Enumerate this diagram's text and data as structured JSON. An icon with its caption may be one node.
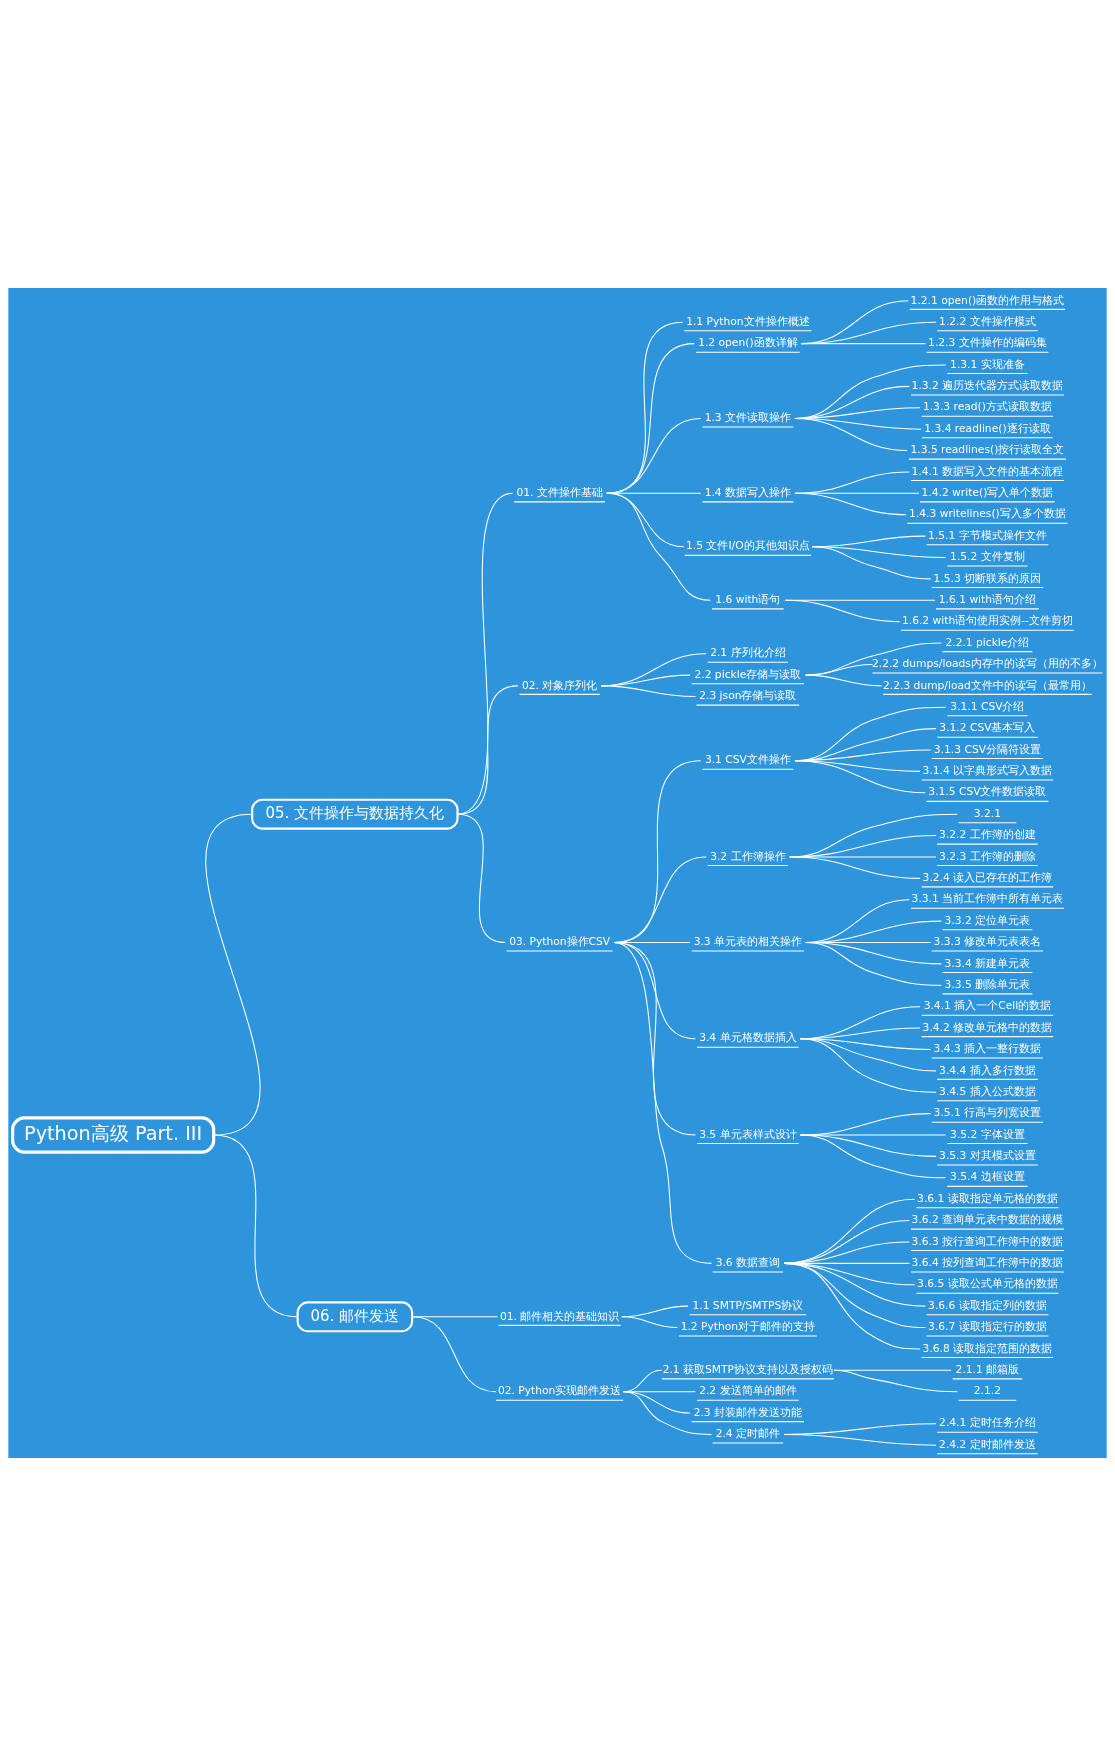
{
  "diagram": {
    "nodes": [
      {
        "text": [
          "Python高级 Part. III"
        ]
      },
      {
        "text": [
          "05. 文件操作与数据持久化"
        ]
      },
      {
        "text": [
          "01. 文件操作基础"
        ]
      },
      {
        "text": [
          "1.1 Python文件操作概述"
        ]
      },
      {
        "text": [
          "1.2 open()函数详解"
        ]
      },
      {
        "text": [
          "1.2.1 open()函数的作用与格式"
        ]
      },
      {
        "text": [
          "1.2.2 文件操作模式"
        ]
      },
      {
        "text": [
          "1.2.3 文件操作的编码集"
        ]
      },
      {
        "text": [
          "1.3 文件读取操作"
        ]
      },
      {
        "text": [
          "1.3.1 实现准备"
        ]
      },
      {
        "text": [
          "1.3.2 遍历迭代器方式读取数据"
        ]
      },
      {
        "text": [
          "1.3.3 read()方式读取数据"
        ]
      },
      {
        "text": [
          "1.3.4 readline()逐行读取"
        ]
      },
      {
        "text": [
          "1.3.5 readlines()按行读取全文"
        ]
      },
      {
        "text": [
          "1.4 数据写入操作"
        ]
      },
      {
        "text": [
          "1.4.1 数据写入文件的基本流程"
        ]
      },
      {
        "text": [
          "1.4.2 write()写入单个数据"
        ]
      },
      {
        "text": [
          "1.4.3 writelines()写入多个数据"
        ]
      },
      {
        "text": [
          "1.5 文件I/O的其他知识点"
        ]
      },
      {
        "text": [
          "1.5.1 字节模式操作文件"
        ]
      },
      {
        "text": [
          "1.5.2 文件复制"
        ]
      },
      {
        "text": [
          "1.5.3 切断联系的原因"
        ]
      },
      {
        "text": [
          "1.6 with语句"
        ]
      },
      {
        "text": [
          "1.6.1 with语句介绍"
        ]
      },
      {
        "text": [
          "1.6.2 with语句使用实例--文件剪切"
        ]
      },
      {
        "text": [
          "02. 对象序列化"
        ]
      },
      {
        "text": [
          "2.1 序列化介绍"
        ]
      },
      {
        "text": [
          "2.2 pickle存储与读取"
        ]
      },
      {
        "text": [
          "2.2.1 pickle介绍"
        ]
      },
      {
        "text": [
          "2.2.2 dumps/loads内存中的读写（用的不多）"
        ]
      },
      {
        "text": [
          "2.2.3 dump/load文件中的读写（最常用）"
        ]
      },
      {
        "text": [
          "2.3 json存储与读取"
        ]
      },
      {
        "text": [
          "03. Python操作CSV"
        ]
      },
      {
        "text": [
          "3.1 CSV文件操作"
        ]
      },
      {
        "text": [
          "3.1.1 CSV介绍"
        ]
      },
      {
        "text": [
          "3.1.2 CSV基本写入"
        ]
      },
      {
        "text": [
          "3.1.3 CSV分隔符设置"
        ]
      },
      {
        "text": [
          "3.1.4 以字典形式写入数据"
        ]
      },
      {
        "text": [
          "3.1.5 CSV文件数据读取"
        ]
      },
      {
        "text": [
          "3.2 工作簿操作"
        ]
      },
      {
        "text": [
          "3.2.1"
        ]
      },
      {
        "text": [
          "3.2.2 工作簿的创建"
        ]
      },
      {
        "text": [
          "3.2.3 工作簿的删除"
        ]
      },
      {
        "text": [
          "3.2.4 读入已存在的工作簿"
        ]
      },
      {
        "text": [
          "3.3 单元表的相关操作"
        ]
      },
      {
        "text": [
          "3.3.1 当前工作簿中所有单元表"
        ]
      },
      {
        "text": [
          "3.3.2 定位单元表"
        ]
      },
      {
        "text": [
          "3.3.3 修改单元表表名"
        ]
      },
      {
        "text": [
          "3.3.4 新建单元表"
        ]
      },
      {
        "text": [
          "3.3.5 删除单元表"
        ]
      },
      {
        "text": [
          "3.4 单元格数据插入"
        ]
      },
      {
        "text": [
          "3.4.1 插入一个Cell的数据"
        ]
      },
      {
        "text": [
          "3.4.2 修改单元格中的数据"
        ]
      },
      {
        "text": [
          "3.4.3 插入一整行数据"
        ]
      },
      {
        "text": [
          "3.4.4 插入多行数据"
        ]
      },
      {
        "text": [
          "3.4.5 插入公式数据"
        ]
      },
      {
        "text": [
          "3.5 单元表样式设计"
        ]
      },
      {
        "text": [
          "3.5.1 行高与列宽设置"
        ]
      },
      {
        "text": [
          "3.5.2 字体设置"
        ]
      },
      {
        "text": [
          "3.5.3 对其模式设置"
        ]
      },
      {
        "text": [
          "3.5.4 边框设置"
        ]
      },
      {
        "text": [
          "3.6 数据查询"
        ]
      },
      {
        "text": [
          "3.6.1 读取指定单元格的数据"
        ]
      },
      {
        "text": [
          "3.6.2 查询单元表中数据的规模"
        ]
      },
      {
        "text": [
          "3.6.3 按行查询工作簿中的数据"
        ]
      },
      {
        "text": [
          "3.6.4 按列查询工作簿中的数据"
        ]
      },
      {
        "text": [
          "3.6.5 读取公式单元格的数据"
        ]
      },
      {
        "text": [
          "3.6.6 读取指定列的数据"
        ]
      },
      {
        "text": [
          "3.6.7 读取指定行的数据"
        ]
      },
      {
        "text": [
          "3.6.8 读取指定范围的数据"
        ]
      },
      {
        "text": [
          "06. 邮件发送"
        ]
      },
      {
        "text": [
          "01. 邮件相关的基础知识"
        ]
      },
      {
        "text": [
          "1.1 SMTP/SMTPS协议"
        ]
      },
      {
        "text": [
          "1.2 Python对于邮件的支持"
        ]
      },
      {
        "text": [
          "02. Python实现邮件发送"
        ]
      },
      {
        "text": [
          "2.1 获取SMTP协议支持以及授权码"
        ]
      },
      {
        "text": [
          "2.1.1 邮箱版"
        ]
      },
      {
        "text": [
          "2.1.2"
        ]
      },
      {
        "text": [
          "2.2 发送简单的邮件"
        ]
      },
      {
        "text": [
          "2.3 封装邮件发送功能"
        ]
      },
      {
        "text": [
          "2.4 定时邮件"
        ]
      },
      {
        "text": [
          "2.4.1 定时任务介绍"
        ]
      },
      {
        "text": [
          "2.4.2 定时邮件发送"
        ]
      }
    ],
    "edges": [
      {
        "from": 0,
        "to": 1,
        "arrow": "none"
      },
      {
        "from": 1,
        "to": 2,
        "arrow": "none"
      },
      {
        "from": 2,
        "to": 3,
        "arrow": "none"
      },
      {
        "from": 2,
        "to": 4,
        "arrow": "none"
      },
      {
        "from": 4,
        "to": 5,
        "arrow": "none"
      },
      {
        "from": 4,
        "to": 6,
        "arrow": "none"
      },
      {
        "from": 4,
        "to": 7,
        "arrow": "none"
      },
      {
        "from": 2,
        "to": 8,
        "arrow": "none"
      },
      {
        "from": 8,
        "to": 9,
        "arrow": "none"
      },
      {
        "from": 8,
        "to": 10,
        "arrow": "none"
      },
      {
        "from": 8,
        "to": 11,
        "arrow": "none"
      },
      {
        "from": 8,
        "to": 12,
        "arrow": "none"
      },
      {
        "from": 8,
        "to": 13,
        "arrow": "none"
      },
      {
        "from": 2,
        "to": 14,
        "arrow": "none"
      },
      {
        "from": 14,
        "to": 15,
        "arrow": "none"
      },
      {
        "from": 14,
        "to": 16,
        "arrow": "none"
      },
      {
        "from": 14,
        "to": 17,
        "arrow": "none"
      },
      {
        "from": 2,
        "to": 18,
        "arrow": "none"
      },
      {
        "from": 18,
        "to": 19,
        "arrow": "none"
      },
      {
        "from": 18,
        "to": 20,
        "arrow": "none"
      },
      {
        "from": 18,
        "to": 21,
        "arrow": "none"
      },
      {
        "from": 2,
        "to": 22,
        "arrow": "none"
      },
      {
        "from": 22,
        "to": 23,
        "arrow": "none"
      },
      {
        "from": 22,
        "to": 24,
        "arrow": "none"
      },
      {
        "from": 1,
        "to": 25,
        "arrow": "none"
      },
      {
        "from": 25,
        "to": 26,
        "arrow": "none"
      },
      {
        "from": 25,
        "to": 27,
        "arrow": "none"
      },
      {
        "from": 27,
        "to": 28,
        "arrow": "none"
      },
      {
        "from": 27,
        "to": 29,
        "arrow": "none"
      },
      {
        "from": 27,
        "to": 30,
        "arrow": "none"
      },
      {
        "from": 25,
        "to": 31,
        "arrow": "none"
      },
      {
        "from": 1,
        "to": 32,
        "arrow": "none"
      },
      {
        "from": 32,
        "to": 33,
        "arrow": "none"
      },
      {
        "from": 33,
        "to": 34,
        "arrow": "none"
      },
      {
        "from": 33,
        "to": 35,
        "arrow": "none"
      },
      {
        "from": 33,
        "to": 36,
        "arrow": "none"
      },
      {
        "from": 33,
        "to": 37,
        "arrow": "none"
      },
      {
        "from": 33,
        "to": 38,
        "arrow": "none"
      },
      {
        "from": 32,
        "to": 39,
        "arrow": "none"
      },
      {
        "from": 39,
        "to": 40,
        "arrow": "none"
      },
      {
        "from": 39,
        "to": 41,
        "arrow": "none"
      },
      {
        "from": 39,
        "to": 42,
        "arrow": "none"
      },
      {
        "from": 39,
        "to": 43,
        "arrow": "none"
      },
      {
        "from": 32,
        "to": 44,
        "arrow": "none"
      },
      {
        "from": 44,
        "to": 45,
        "arrow": "none"
      },
      {
        "from": 44,
        "to": 46,
        "arrow": "none"
      },
      {
        "from": 44,
        "to": 47,
        "arrow": "none"
      },
      {
        "from": 44,
        "to": 48,
        "arrow": "none"
      },
      {
        "from": 44,
        "to": 49,
        "arrow": "none"
      },
      {
        "from": 32,
        "to": 50,
        "arrow": "none"
      },
      {
        "from": 50,
        "to": 51,
        "arrow": "none"
      },
      {
        "from": 50,
        "to": 52,
        "arrow": "none"
      },
      {
        "from": 50,
        "to": 53,
        "arrow": "none"
      },
      {
        "from": 50,
        "to": 54,
        "arrow": "none"
      },
      {
        "from": 50,
        "to": 55,
        "arrow": "none"
      },
      {
        "from": 32,
        "to": 56,
        "arrow": "none"
      },
      {
        "from": 56,
        "to": 57,
        "arrow": "none"
      },
      {
        "from": 56,
        "to": 58,
        "arrow": "none"
      },
      {
        "from": 56,
        "to": 59,
        "arrow": "none"
      },
      {
        "from": 56,
        "to": 60,
        "arrow": "none"
      },
      {
        "from": 32,
        "to": 61,
        "arrow": "none"
      },
      {
        "from": 61,
        "to": 62,
        "arrow": "none"
      },
      {
        "from": 61,
        "to": 63,
        "arrow": "none"
      },
      {
        "from": 61,
        "to": 64,
        "arrow": "none"
      },
      {
        "from": 61,
        "to": 65,
        "arrow": "none"
      },
      {
        "from": 61,
        "to": 66,
        "arrow": "none"
      },
      {
        "from": 61,
        "to": 67,
        "arrow": "none"
      },
      {
        "from": 61,
        "to": 68,
        "arrow": "none"
      },
      {
        "from": 61,
        "to": 69,
        "arrow": "none"
      },
      {
        "from": 0,
        "to": 70,
        "arrow": "none"
      },
      {
        "from": 70,
        "to": 71,
        "arrow": "none"
      },
      {
        "from": 71,
        "to": 72,
        "arrow": "none"
      },
      {
        "from": 71,
        "to": 73,
        "arrow": "none"
      },
      {
        "from": 70,
        "to": 74,
        "arrow": "none"
      },
      {
        "from": 74,
        "to": 75,
        "arrow": "none"
      },
      {
        "from": 75,
        "to": 76,
        "arrow": "none"
      },
      {
        "from": 75,
        "to": 77,
        "arrow": "none"
      },
      {
        "from": 74,
        "to": 78,
        "arrow": "none"
      },
      {
        "from": 74,
        "to": 79,
        "arrow": "none"
      },
      {
        "from": 74,
        "to": 80,
        "arrow": "none"
      },
      {
        "from": 80,
        "to": 81,
        "arrow": "none"
      },
      {
        "from": 80,
        "to": 82,
        "arrow": "none"
      }
    ]
  }
}
